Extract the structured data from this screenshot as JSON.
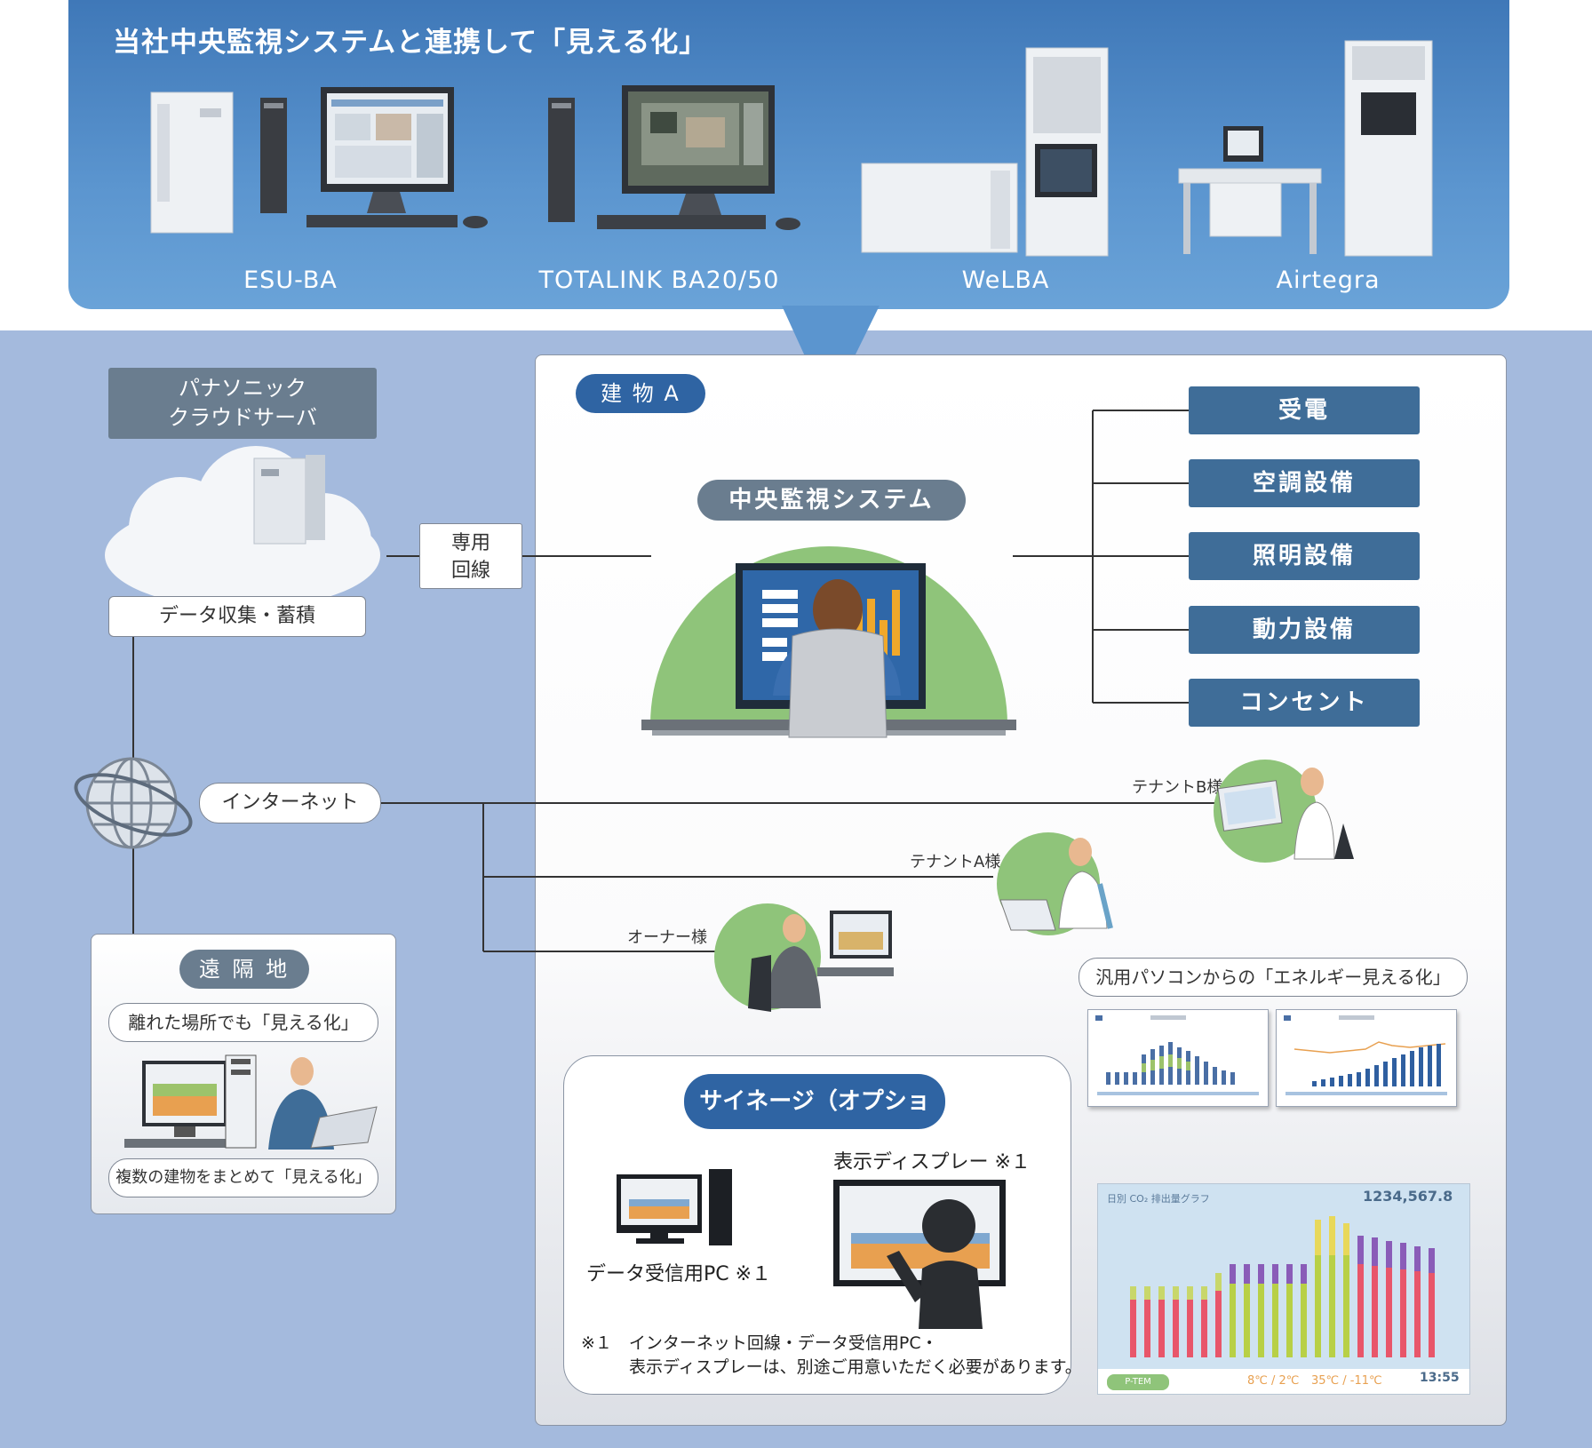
{
  "banner": {
    "title": "当社中央監視システムと連携して「見える化」",
    "products": [
      {
        "label": "ESU-BA"
      },
      {
        "label": "TOTALINK BA20/50"
      },
      {
        "label": "WeLBA"
      },
      {
        "label": "Airtegra"
      }
    ]
  },
  "cloud": {
    "title_line1": "パナソニック",
    "title_line2": "クラウドサーバ",
    "data_box": "データ収集・蓄積"
  },
  "leased_line": {
    "line1": "専用",
    "line2": "回線"
  },
  "internet_label": "インターネット",
  "building": {
    "label": "建 物 A",
    "central_system": "中央監視システム",
    "equipment": [
      "受電",
      "空調設備",
      "照明設備",
      "動力設備",
      "コンセント"
    ],
    "tenant_b": "テナントB様",
    "tenant_a": "テナントA様",
    "owner": "オーナー様",
    "pc_visualization": "汎用パソコンからの「エネルギー見える化」"
  },
  "remote": {
    "label": "遠 隔 地",
    "caption1": "離れた場所でも「見える化」",
    "caption2": "複数の建物をまとめて「見える化」"
  },
  "signage": {
    "title": "サイネージ（オプション）",
    "display_label": "表示ディスプレー ※１",
    "pc_label": "データ受信用PC ※１",
    "note_line1": "※１　インターネット回線・データ受信用PC・",
    "note_line2": "表示ディスプレーは、別途ご用意いただく必要があります。"
  },
  "signage_screen": {
    "title": "日別 CO₂ 排出量グラフ",
    "total_value": "1234,567.8",
    "brand": "P-TEM",
    "temp1": "8℃ / 2℃",
    "temp2": "35℃ / -11℃",
    "time": "13:55"
  },
  "colors": {
    "banner_blue": "#3f78b8",
    "background_blue": "#a4badd",
    "equipment_navy": "#3f6d98",
    "dome_green": "#8fc47a",
    "label_gray": "#6a7d8f"
  }
}
